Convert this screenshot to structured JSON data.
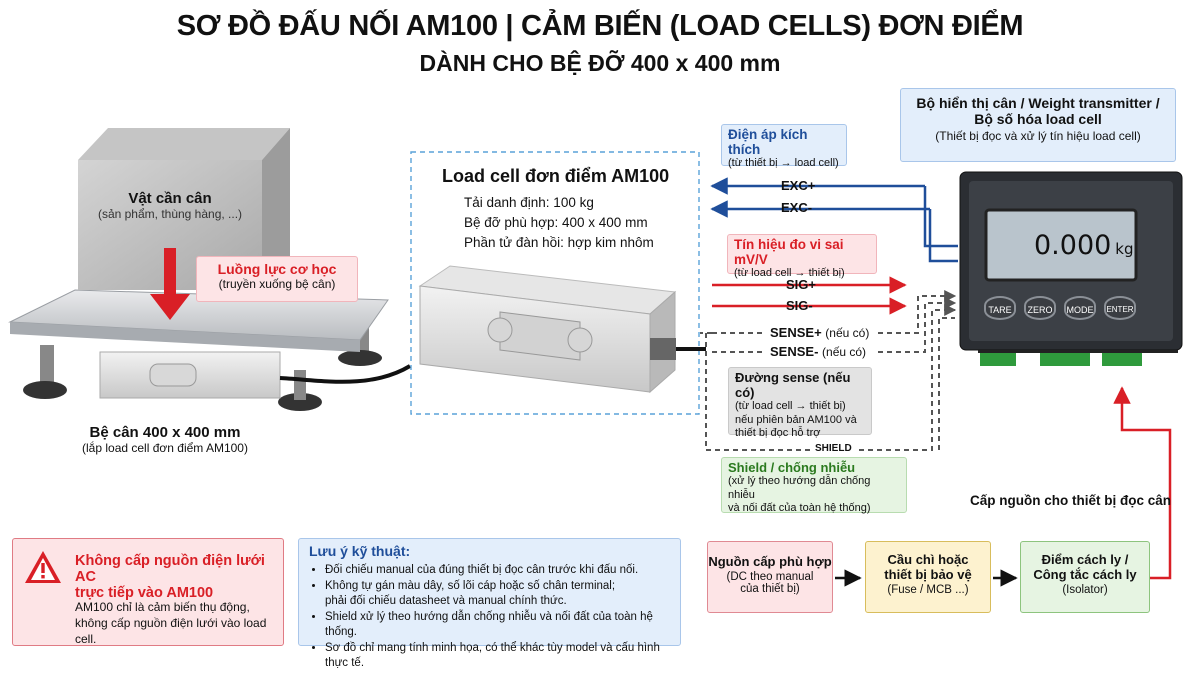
{
  "title": "SƠ ĐỒ ĐẤU NỐI AM100 | CẢM BIẾN (LOAD CELLS) ĐƠN ĐIỂM",
  "subtitle": "DÀNH CHO BỆ ĐỠ 400 x 400 mm",
  "object": {
    "title": "Vật cần cân",
    "sub": "(sản phẩm, thùng hàng, ...)"
  },
  "force": {
    "title": "Luồng lực cơ học",
    "sub": "(truyền xuống bệ cân)"
  },
  "platform": {
    "title": "Bệ cân 400 x 400 mm",
    "sub": "(lắp load cell đơn điểm AM100)"
  },
  "loadcell": {
    "title": "Load cell đơn điểm AM100",
    "specs": [
      "Tải danh định: 100 kg",
      "Bệ đỡ phù hợp: 400 x 400 mm",
      "Phần tử đàn hồi: hợp kim nhôm"
    ]
  },
  "excitation": {
    "title": "Điện áp kích thích",
    "sub": "(từ thiết bị → load cell)"
  },
  "signal": {
    "title": "Tín hiệu đo vi sai mV/V",
    "sub": "(từ load cell → thiết bị)"
  },
  "wires": {
    "exc_plus": "EXC+",
    "exc_minus": "EXC-",
    "sig_plus": "SIG+",
    "sig_minus": "SIG-",
    "sense_plus": "SENSE+",
    "sense_minus": "SENSE-",
    "optional": "(nếu có)",
    "shield": "SHIELD"
  },
  "sense": {
    "title": "Đường sense (nếu có)",
    "lines": [
      "(từ load cell → thiết bị)",
      "nếu phiên bản AM100 và",
      "thiết bị đọc hỗ trợ"
    ]
  },
  "shield_box": {
    "title": "Shield / chống nhiễu",
    "lines": [
      "(xử lý theo hướng dẫn chống nhiễu",
      "và nối đất của toàn hệ thống)"
    ]
  },
  "display_box": {
    "title1": "Bộ hiển thị cân / Weight transmitter /",
    "title2": "Bộ số hóa load cell",
    "sub": "(Thiết bị đọc và xử lý tín hiệu load cell)"
  },
  "indicator": {
    "reading": "0.000",
    "unit": "kg",
    "buttons": [
      "TARE",
      "ZERO",
      "MODE",
      "ENTER"
    ]
  },
  "power_label": "Cấp nguồn cho thiết bị đọc cân",
  "warning": {
    "title1": "Không cấp nguồn điện lưới AC",
    "title2": "trực tiếp vào AM100",
    "body": [
      "AM100 chỉ là cảm biến thụ động,",
      "không cấp nguồn điện lưới vào load cell."
    ]
  },
  "notes": {
    "title": "Lưu ý kỹ thuật:",
    "items": [
      "Đối chiếu manual của đúng thiết bị đọc cân trước khi đấu nối.",
      "Không tự gán màu dây, số lõi cáp hoặc số chân terminal;",
      "Shield xử lý theo hướng dẫn chống nhiễu và nối đất của toàn hệ thống.",
      "Sơ đồ chỉ mang tính minh họa, có thể khác tùy model và cấu hình thực tế."
    ],
    "item2_cont": "phải đối chiếu datasheet và manual chính thức."
  },
  "flow": [
    {
      "title": "Nguồn cấp phù hợp",
      "sub1": "(DC theo manual",
      "sub2": "của thiết bị)"
    },
    {
      "title": "Cầu chì hoặc",
      "title2": "thiết bị bảo vệ",
      "sub1": "(Fuse / MCB ...)"
    },
    {
      "title": "Điểm cách ly /",
      "title2": "Công tắc cách ly",
      "sub1": "(Isolator)"
    }
  ],
  "colors": {
    "red": "#d91f26",
    "navy": "#1f4e9a",
    "green": "#2b7a1f",
    "grey": "#555555"
  }
}
